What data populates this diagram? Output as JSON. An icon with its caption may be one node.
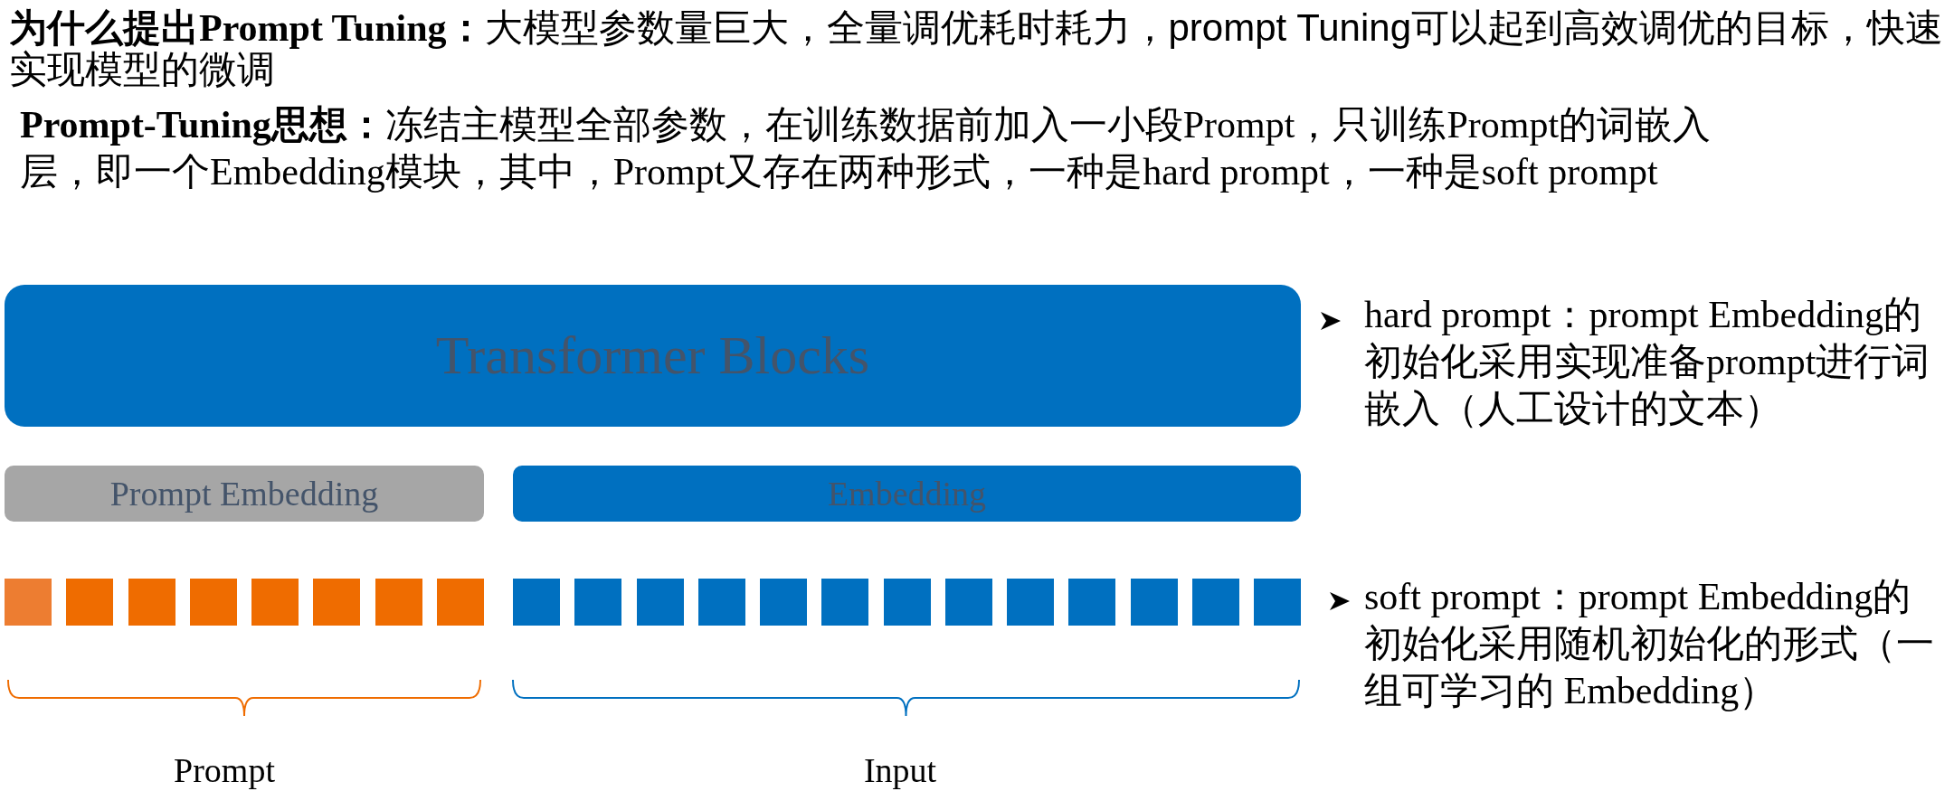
{
  "diagram": {
    "nodes": [
      {
        "text": [
          "Transformer Blocks"
        ]
      },
      {
        "text": [
          "Prompt Embedding"
        ]
      },
      {
        "text": [
          "Embedding"
        ]
      },
      {
        "text": [],
        "shape": "box"
      },
      {
        "text": [],
        "shape": "box"
      },
      {
        "text": [],
        "shape": "box"
      },
      {
        "text": [],
        "shape": "box"
      },
      {
        "text": [],
        "shape": "box"
      },
      {
        "text": [],
        "shape": "box"
      },
      {
        "text": [],
        "shape": "box"
      },
      {
        "text": [],
        "shape": "box"
      },
      {
        "text": [],
        "shape": "box"
      },
      {
        "text": [],
        "shape": "box"
      },
      {
        "text": [],
        "shape": "box"
      },
      {
        "text": [],
        "shape": "box"
      },
      {
        "text": [],
        "shape": "box"
      },
      {
        "text": [],
        "shape": "box"
      },
      {
        "text": [],
        "shape": "box"
      },
      {
        "text": [],
        "shape": "box"
      },
      {
        "text": [],
        "shape": "box"
      },
      {
        "text": [],
        "shape": "box"
      },
      {
        "text": [],
        "shape": "box"
      },
      {
        "text": [],
        "shape": "box"
      },
      {
        "text": [],
        "shape": "box"
      }
    ],
    "labels": [
      "**为什么提出Prompt Tuning：**大模型参数量巨大，全量调优耗时耗力，prompt Tuning可以起到高效调优的目标，快速实现模型的微调",
      "**Prompt-Tuning思想：**冻结主模型全部参数，在训练数据前加入一小段Prompt，只训练Prompt的词嵌入层，即一个Embedding模块，其中，Prompt又存在两种形式，一种是hard prompt，一种是soft prompt",
      "hard prompt：prompt Embedding的初始化采用实现准备prompt进行词嵌入（人工设计的文本）",
      "soft prompt：prompt Embedding的初始化采用随机初始化的形式（一组可学习的 Embedding）",
      "Prompt",
      "Input"
    ]
  }
}
